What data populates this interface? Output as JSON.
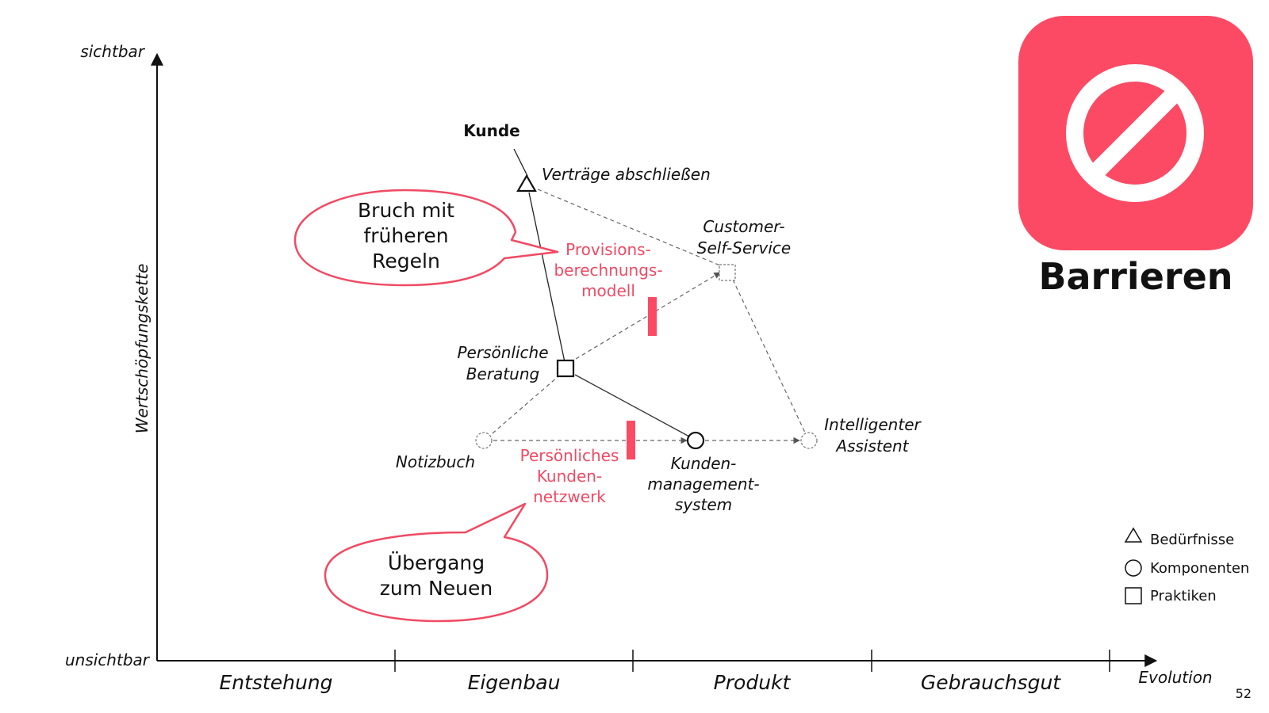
{
  "axes": {
    "y_top": "sichtbar",
    "y_bottom": "unsichtbar",
    "y_title": "Wertschöpfungskette",
    "x_title": "Evolution",
    "stages": [
      "Entstehung",
      "Eigenbau",
      "Produkt",
      "Gebrauchsgut"
    ]
  },
  "nodes": {
    "kunde": "Kunde",
    "vertraege": "Verträge abschließen",
    "customer_self_service": [
      "Customer-",
      "Self-Service"
    ],
    "persoenliche_beratung": [
      "Persönliche",
      "Beratung"
    ],
    "notizbuch": "Notizbuch",
    "kundenmanagement": [
      "Kunden-",
      "management-",
      "system"
    ],
    "intelligenter_assistent": [
      "Intelligenter",
      "Assistent"
    ]
  },
  "barriers": {
    "provision": [
      "Provisions-",
      "berechnungs-",
      "modell"
    ],
    "netzwerk": [
      "Persönliches",
      "Kunden-",
      "netzwerk"
    ]
  },
  "callouts": {
    "bruch": [
      "Bruch mit",
      "früheren",
      "Regeln"
    ],
    "uebergang": [
      "Übergang",
      "zum Neuen"
    ]
  },
  "legend": {
    "needs": "Bedürfnisse",
    "components": "Komponenten",
    "practices": "Praktiken"
  },
  "badge": {
    "title": "Barrieren",
    "icon": "prohibited-icon",
    "color": "#fd4a64"
  },
  "accent_color": "#f04a64",
  "page_number": "52"
}
